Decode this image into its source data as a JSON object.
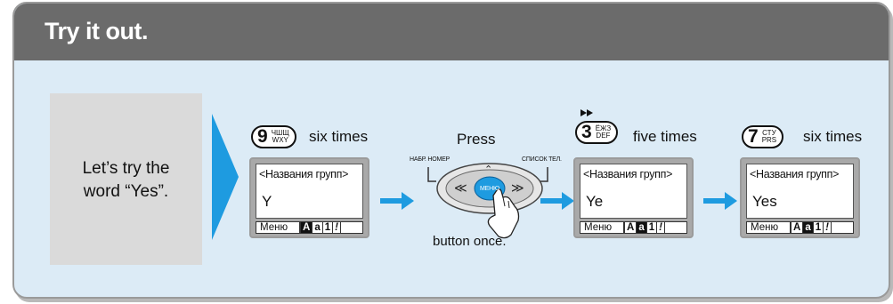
{
  "header": {
    "title": "Try it out."
  },
  "intro": {
    "line1": "Let’s try the",
    "line2": "word “Yes”."
  },
  "step1": {
    "key": {
      "num": "9",
      "sub1": "ЧШЩ",
      "sub2": "WXY"
    },
    "instruction": "six times",
    "screen_title": "<Названия групп>",
    "screen_text": "Y",
    "softbar": {
      "menu": "Меню",
      "a_upper": "A",
      "a_lower": "a",
      "one": "1",
      "excl": "!"
    }
  },
  "step2": {
    "press": "Press",
    "left_label": "НАБР. НОМЕР",
    "right_label": "СПИСОК ТЕЛ.",
    "center_label": "МЕНЮ",
    "once": "button once."
  },
  "step3": {
    "key": {
      "num": "3",
      "sub1": "ЁЖЗ",
      "sub2": "DEF"
    },
    "instruction": "five times",
    "screen_title": "<Названия групп>",
    "screen_text": "Ye",
    "softbar": {
      "menu": "Меню",
      "a_upper": "A",
      "a_lower": "a",
      "one": "1",
      "excl": "!"
    }
  },
  "step4": {
    "key": {
      "num": "7",
      "sub1": "СТУ",
      "sub2": "PRS"
    },
    "instruction": "six times",
    "screen_title": "<Названия групп>",
    "screen_text": "Yes",
    "softbar": {
      "menu": "Меню",
      "a_upper": "A",
      "a_lower": "a",
      "one": "1",
      "excl": "!"
    }
  },
  "colors": {
    "header": "#6b6b6b",
    "panel": "#dcebf6",
    "accent": "#1e9be0",
    "key_center": "#1e9be0"
  }
}
